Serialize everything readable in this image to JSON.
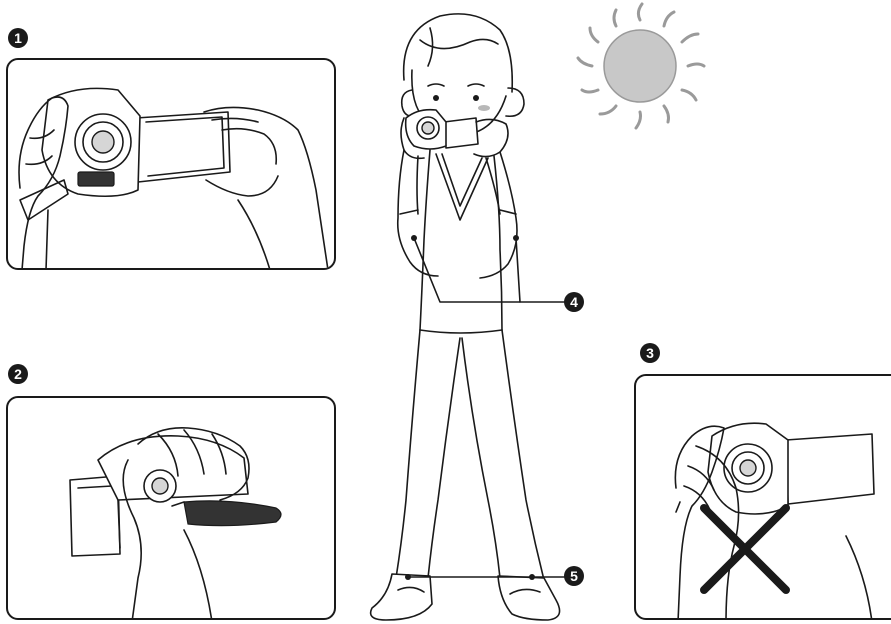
{
  "markers": {
    "m1": "1",
    "m2": "2",
    "m3": "3",
    "m4": "4",
    "m5": "5"
  },
  "colors": {
    "ink": "#1a1a1a",
    "sun_fill": "#c8c8c8",
    "sun_rays": "#9a9a9a",
    "camera_gray": "#d6d6d6",
    "cross": "#1a1a1a"
  },
  "icons": [
    "sun-icon",
    "camcorder-icon",
    "prohibited-cross-icon"
  ]
}
